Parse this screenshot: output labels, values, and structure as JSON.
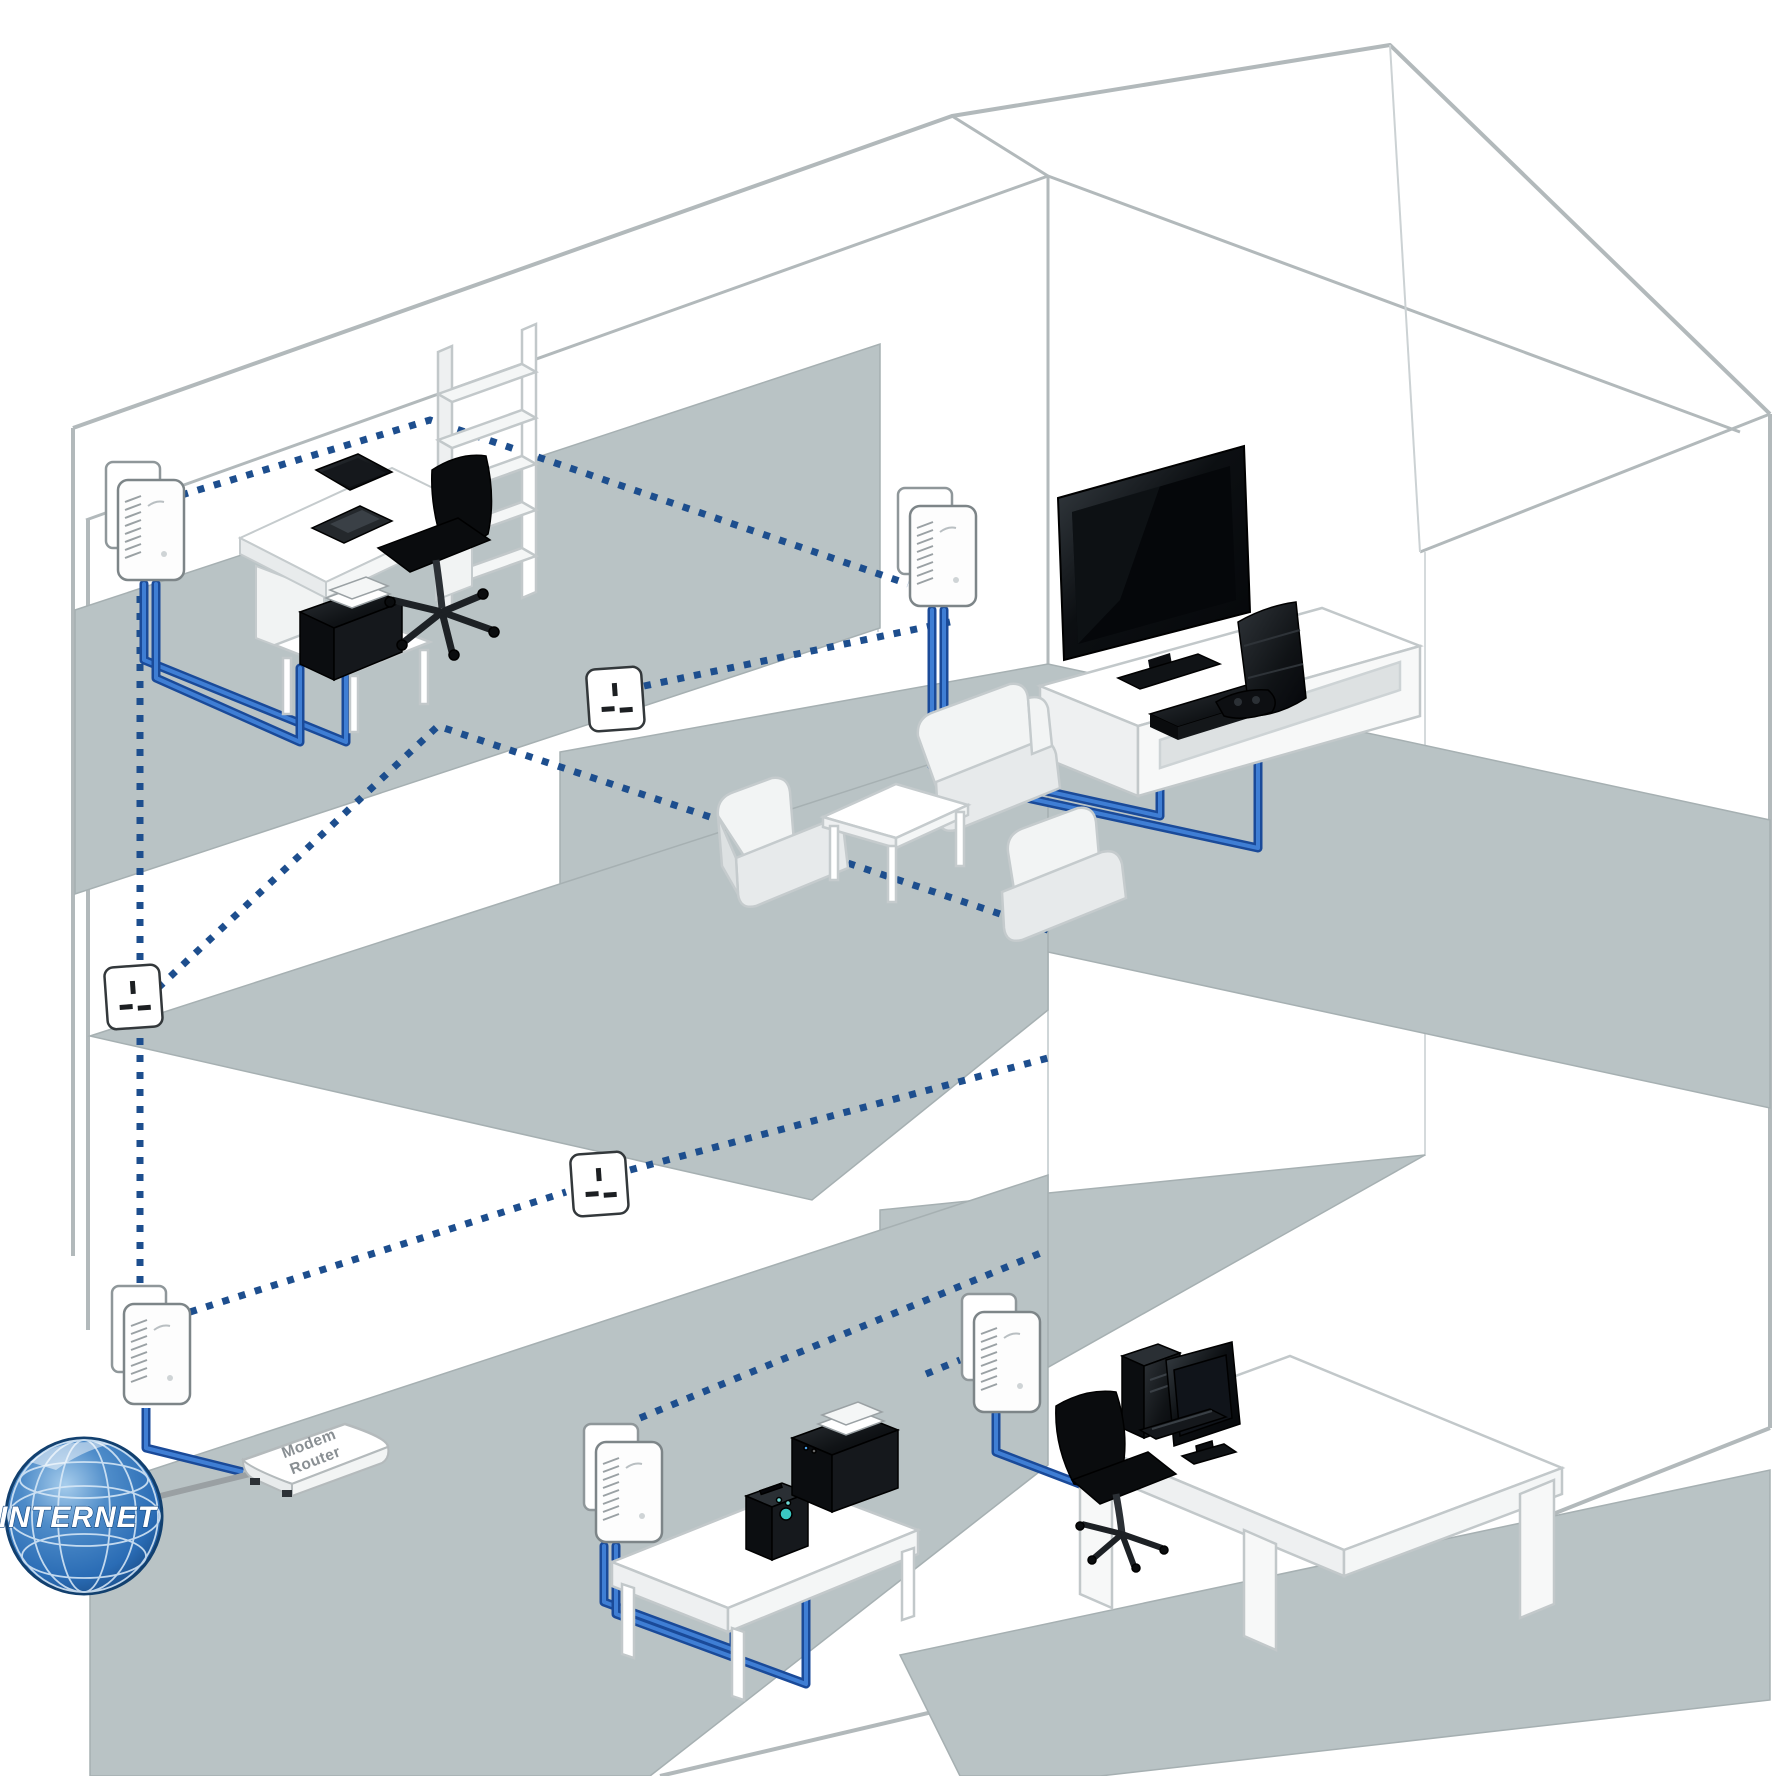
{
  "labels": {
    "internet": "INTERNET",
    "modem": {
      "line1": "Modem",
      "line2": "Router"
    }
  },
  "colors": {
    "wall_line": "#b2b9bb",
    "floor_fill": "#b9c3c5",
    "floor_edge": "#a6b0b2",
    "powerline_dotted": "#1d4e8e",
    "ethernet_cable_outer": "#1a4a99",
    "ethernet_cable_inner": "#3f7ed4",
    "internet_cable": "#9aa0a3",
    "globe_blue": "#2a6cb5",
    "device_black": "#111111",
    "nas_led_teal": "#3ac7c2",
    "white_goods": "#ffffff"
  },
  "legend_semantics": {
    "dotted_line": "powerline connection through mains wiring",
    "solid_blue_line": "ethernet cable",
    "solid_gray_line": "internet/DSL line"
  },
  "scene": {
    "internet": {
      "label": "INTERNET",
      "type": "globe"
    },
    "ground_floor": {
      "devices": [
        "internet-globe",
        "modem-router",
        "powerline-adapter",
        "wall-socket",
        "powerline-adapter-nas",
        "nas-drive",
        "laser-printer",
        "low-bench",
        "powerline-adapter-pc",
        "desktop-pc",
        "pc-monitor",
        "pc-keyboard",
        "office-desk-L",
        "office-chair"
      ]
    },
    "middle_floor": {
      "devices": [
        "wall-socket-left",
        "wall-socket-mid"
      ]
    },
    "top_floor": {
      "office": [
        "powerline-adapter",
        "laptop",
        "desk",
        "office-chair",
        "printer",
        "printer-table",
        "shelf-unit"
      ],
      "living_room": [
        "powerline-adapter",
        "wall-socket",
        "flat-tv",
        "tv-cabinet",
        "dvd-player",
        "game-console",
        "game-controller",
        "sofa",
        "armchair",
        "armchair-2",
        "coffee-table"
      ]
    },
    "adapter_count": 5,
    "socket_count": 3
  }
}
